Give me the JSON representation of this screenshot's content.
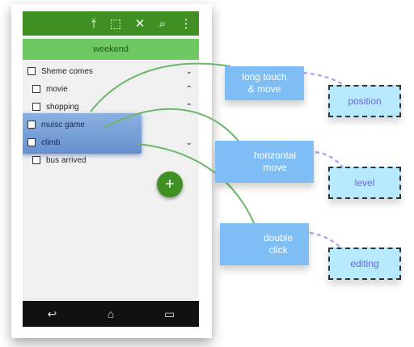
{
  "toolbar": {
    "icons": [
      "upload-icon",
      "select-all-icon",
      "close-icon",
      "search-icon",
      "more-icon"
    ],
    "glyphs": [
      "⤒",
      "⬚",
      "✕",
      "⌕",
      "⋮"
    ]
  },
  "subbar": {
    "title": "weekend"
  },
  "list": [
    {
      "label": "Sheme comes",
      "chevron": "⌄"
    },
    {
      "label": "movie",
      "chevron": "⌃"
    },
    {
      "label": "shopping",
      "chevron": "⌃"
    },
    {
      "label": "muisc game",
      "chevron": ""
    },
    {
      "label": "climb",
      "chevron": "⌄"
    },
    {
      "label": "bus arrived",
      "chevron": ""
    }
  ],
  "fab": {
    "glyph": "+"
  },
  "navbar": {
    "back": "↩",
    "home": "⌂",
    "recent": "▭"
  },
  "callouts": {
    "long_touch": "long touch\n& move",
    "horizontal": "horizontal\nmove",
    "double_click": "double\nclick"
  },
  "results": {
    "position": "position",
    "level": "level",
    "editing": "editing"
  },
  "colors": {
    "toolbar": "#3f8f23",
    "subbar": "#6ec962",
    "callout": "#7fbef5",
    "result_bg": "#b5e9fb",
    "result_text": "#6c68d8",
    "connector": "#6db66a",
    "dash": "#b9a6ef"
  }
}
